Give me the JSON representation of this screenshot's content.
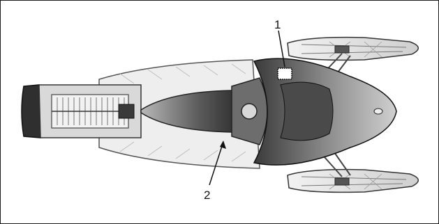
{
  "figure": {
    "subject": "snowmobile-top-view",
    "callouts": [
      {
        "label": "1",
        "target": "label-location-upper"
      },
      {
        "label": "2",
        "target": "label-location-lower"
      }
    ]
  }
}
